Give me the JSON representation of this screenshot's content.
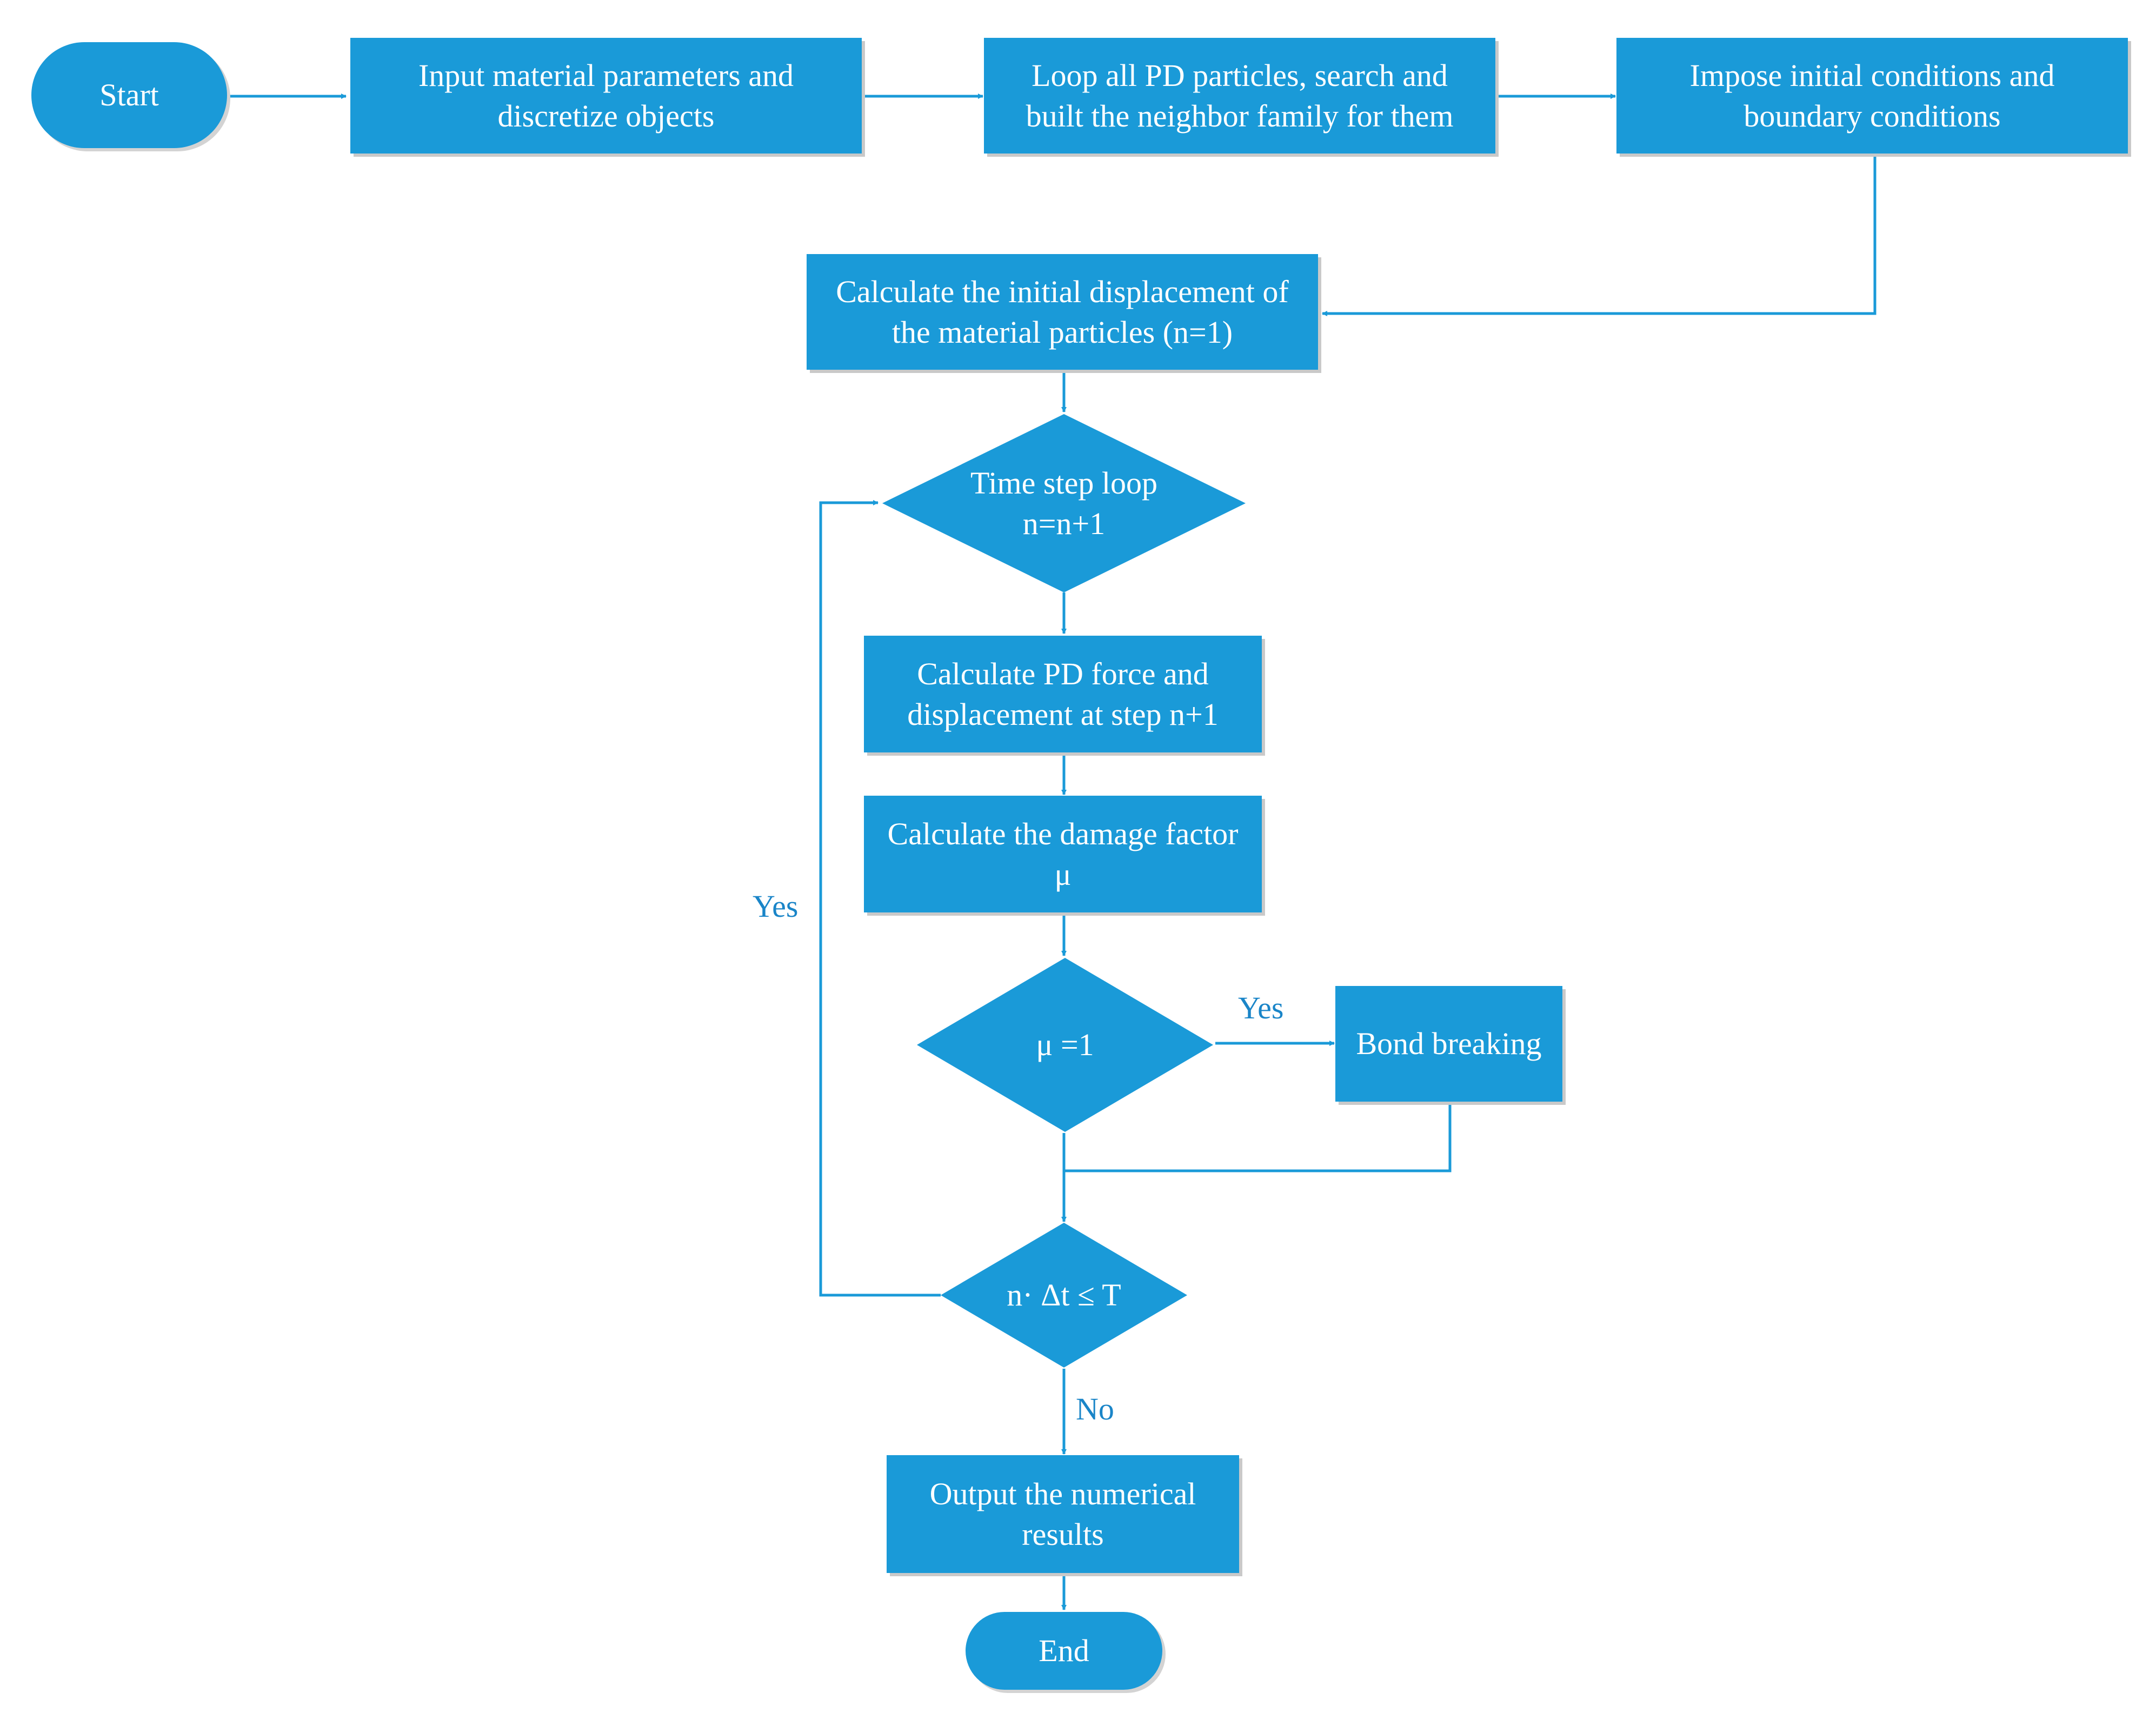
{
  "colors": {
    "node_fill": "#1a9ad8",
    "line": "#1a9ad8",
    "label": "#1a85c8",
    "text": "#ffffff"
  },
  "nodes": {
    "start": "Start",
    "input": "Input material parameters and\ndiscretize objects",
    "loop_particles": "Loop all PD particles, search and\nbuilt the neighbor family for them",
    "impose": "Impose initial conditions and\nboundary conditions",
    "initial_disp": "Calculate the initial displacement of\nthe material particles (n=1)",
    "time_step": "Time step loop\nn=n+1",
    "pd_force": "Calculate PD force and\ndisplacement at step n+1",
    "damage": "Calculate the damage factor\nμ",
    "mu_check": "μ =1",
    "bond_break": "Bond breaking",
    "time_check": "n· Δt ≤ T",
    "output": "Output the numerical\nresults",
    "end": "End"
  },
  "edge_labels": {
    "mu_yes": "Yes",
    "loop_yes": "Yes",
    "time_no": "No"
  }
}
